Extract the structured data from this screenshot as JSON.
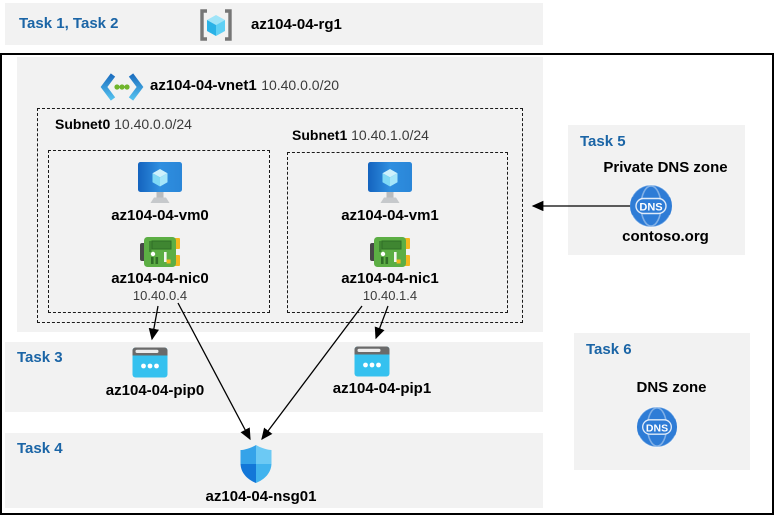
{
  "colors": {
    "band_bg": "#f2f2f2",
    "task_label_blue": "#1b65a6",
    "frame_border": "#000000",
    "vm_blue": "#1f74d4",
    "nic_green": "#5cae44",
    "pip_cyan": "#35c1ef",
    "dns_blue": "#2e7cd6",
    "nsg_shield_blues": [
      "#35a3e9",
      "#6cc9f4",
      "#1377d8",
      "#41b3ee"
    ]
  },
  "header": {
    "task_label": "Task 1, Task 2",
    "rg_name": "az104-04-rg1"
  },
  "vnet": {
    "name": "az104-04-vnet1",
    "cidr": "10.40.0.0/20",
    "subnets": [
      {
        "name": "Subnet0",
        "cidr": "10.40.0.0/24",
        "vm": "az104-04-vm0",
        "nic": "az104-04-nic0",
        "ip": "10.40.0.4"
      },
      {
        "name": "Subnet1",
        "cidr": "10.40.1.0/24",
        "vm": "az104-04-vm1",
        "nic": "az104-04-nic1",
        "ip": "10.40.1.4"
      }
    ]
  },
  "task3": {
    "label": "Task 3",
    "pips": [
      "az104-04-pip0",
      "az104-04-pip1"
    ]
  },
  "task4": {
    "label": "Task 4",
    "nsg": "az104-04-nsg01"
  },
  "task5": {
    "label": "Task 5",
    "title": "Private DNS zone",
    "zone": "contoso.org",
    "dns_icon_text": "DNS"
  },
  "task6": {
    "label": "Task 6",
    "title": "DNS zone",
    "dns_icon_text": "DNS"
  }
}
